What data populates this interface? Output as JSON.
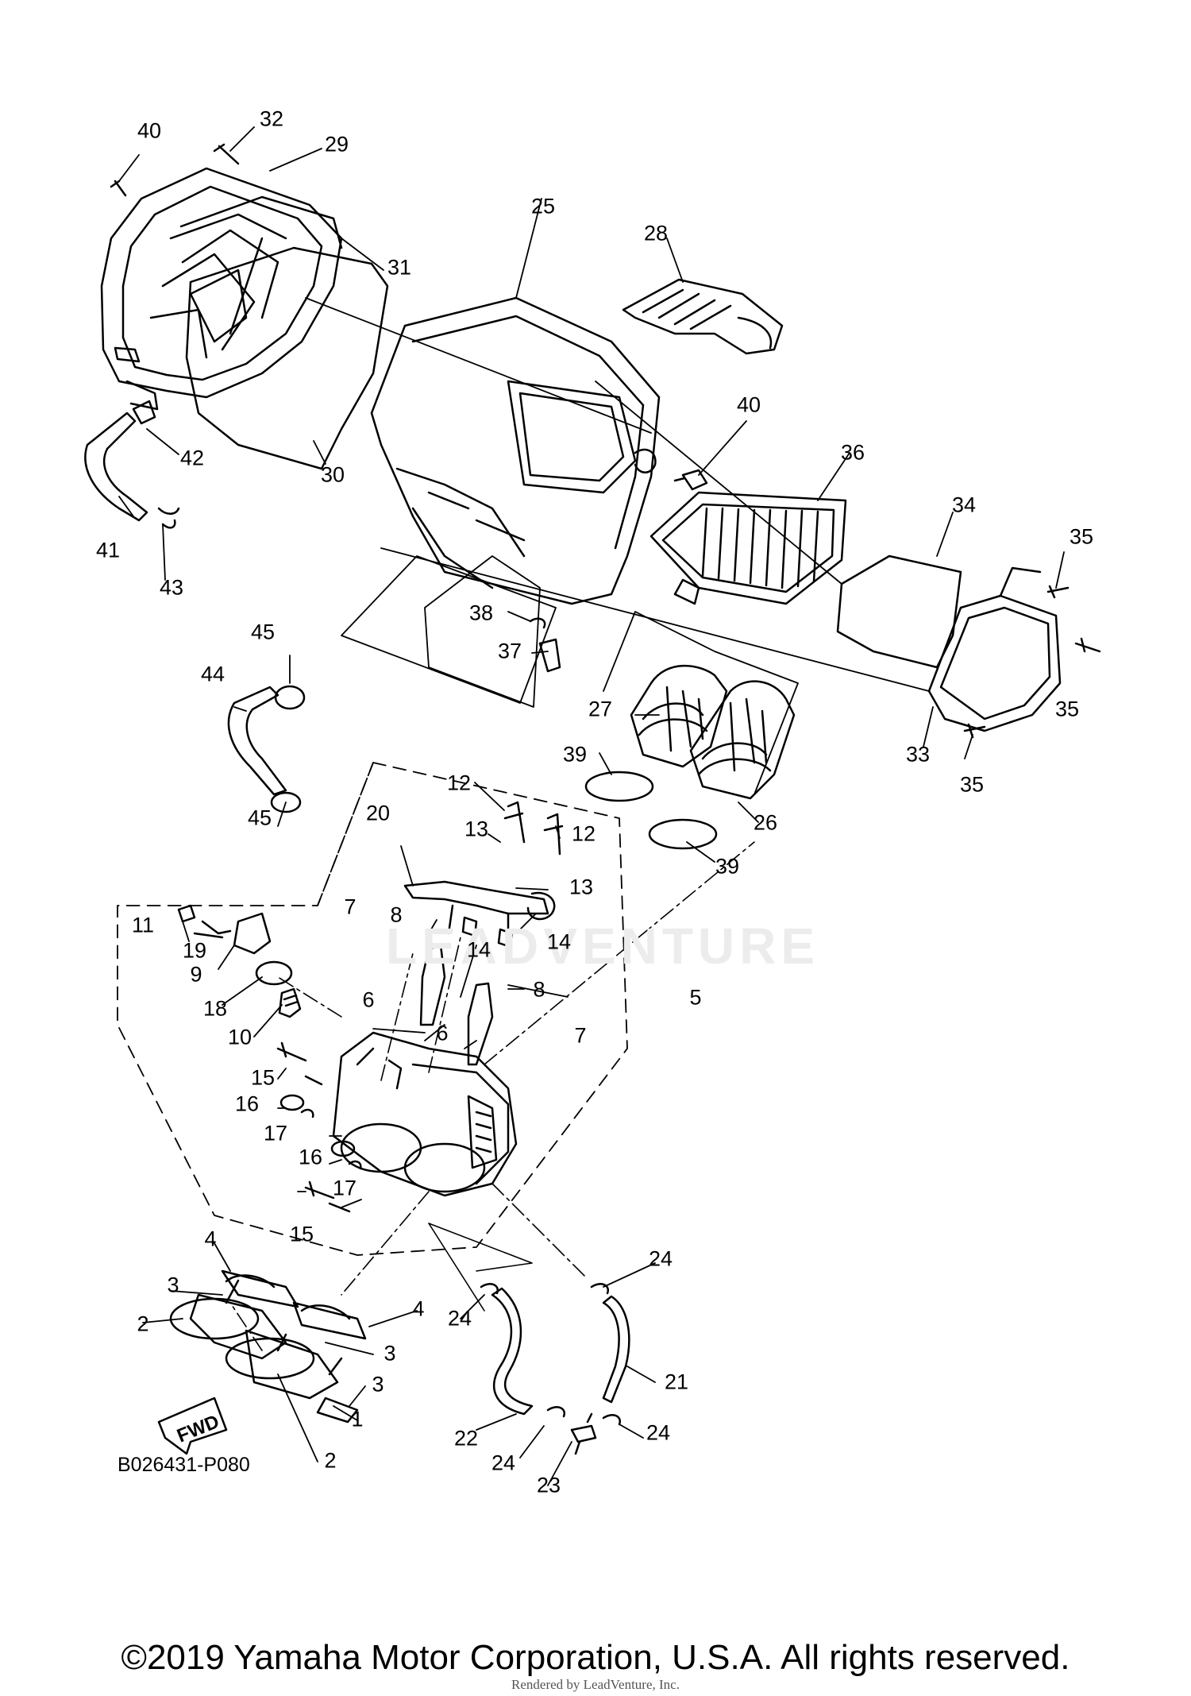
{
  "diagram": {
    "code": "B026431-P080",
    "fwd_label": "FWD",
    "watermark": "LEADVENTURE",
    "copyright": "©2019 Yamaha Motor Corporation, U.S.A. All rights reserved.",
    "render_note": "Rendered by LeadVenture, Inc.",
    "callouts": [
      "40",
      "32",
      "29",
      "31",
      "25",
      "28",
      "42",
      "30",
      "40",
      "36",
      "34",
      "35",
      "41",
      "43",
      "38",
      "37",
      "45",
      "44",
      "35",
      "27",
      "39",
      "33",
      "35",
      "12",
      "45",
      "20",
      "13",
      "12",
      "26",
      "39",
      "13",
      "7",
      "8",
      "11",
      "14",
      "19",
      "14",
      "9",
      "8",
      "18",
      "5",
      "10",
      "7",
      "6",
      "6",
      "15",
      "16",
      "17",
      "16",
      "17",
      "15",
      "4",
      "24",
      "3",
      "24",
      "4",
      "2",
      "3",
      "3",
      "21",
      "1",
      "24",
      "2",
      "22",
      "24",
      "23"
    ]
  }
}
